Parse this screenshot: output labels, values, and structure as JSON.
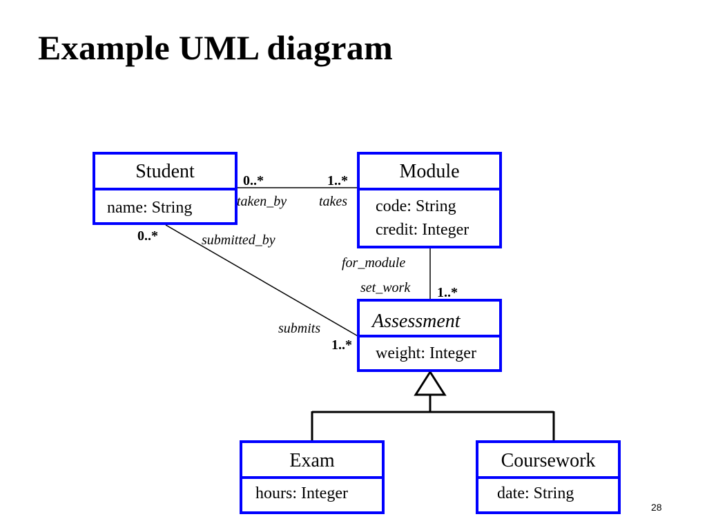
{
  "slide": {
    "title": "Example UML diagram",
    "page_number": "28"
  },
  "classes": {
    "student": {
      "name": "Student",
      "attributes": [
        "name: String"
      ]
    },
    "module": {
      "name": "Module",
      "attributes": [
        "code: String",
        "credit: Integer"
      ]
    },
    "assessment": {
      "name": "Assessment",
      "attributes": [
        "weight: Integer"
      ],
      "abstract": true
    },
    "exam": {
      "name": "Exam",
      "attributes": [
        "hours: Integer"
      ]
    },
    "coursework": {
      "name": "Coursework",
      "attributes": [
        "date: String"
      ]
    }
  },
  "associations": {
    "student_module": {
      "student_end_multiplicity": "0..*",
      "module_end_multiplicity": "1..*",
      "student_end_role": "taken_by",
      "module_end_role": "takes"
    },
    "student_assessment": {
      "student_end_multiplicity": "0..*",
      "student_end_role": "submitted_by",
      "assessment_end_role": "submits",
      "assessment_end_multiplicity": "1..*"
    },
    "module_assessment": {
      "module_end_role": "for_module",
      "assessment_end_role": "set_work",
      "assessment_end_multiplicity": "1..*"
    }
  },
  "generalization": {
    "parent": "Assessment",
    "children": [
      "Exam",
      "Coursework"
    ]
  },
  "colors": {
    "class_border": "#0000ff",
    "line": "#000000"
  }
}
